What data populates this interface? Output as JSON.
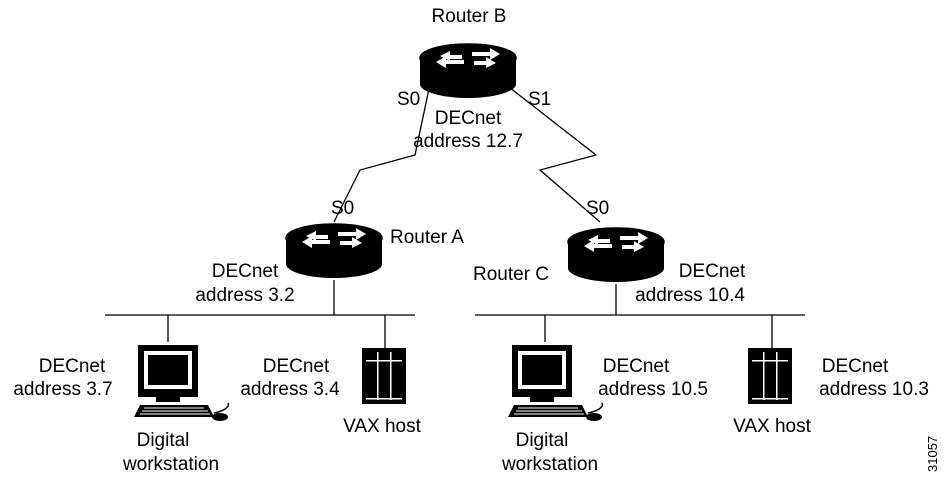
{
  "routers": {
    "b": {
      "name": "Router B",
      "port_left": "S0",
      "port_right": "S1",
      "addr_line1": "DECnet",
      "addr_line2": "address 12.7"
    },
    "a": {
      "name": "Router A",
      "port": "S0",
      "addr_line1": "DECnet",
      "addr_line2": "address 3.2"
    },
    "c": {
      "name": "Router C",
      "port": "S0",
      "addr_line1": "DECnet",
      "addr_line2": "address 10.4"
    }
  },
  "hosts": {
    "ws_left": {
      "addr_line1": "DECnet",
      "addr_line2": "address 3.7",
      "label_line1": "Digital",
      "label_line2": "workstation"
    },
    "vax_left": {
      "addr_line1": "DECnet",
      "addr_line2": "address 3.4",
      "label": "VAX host"
    },
    "ws_right": {
      "addr_line1": "DECnet",
      "addr_line2": "address 10.5",
      "label_line1": "Digital",
      "label_line2": "workstation"
    },
    "vax_right": {
      "addr_line1": "DECnet",
      "addr_line2": "address 10.3",
      "label": "VAX host"
    }
  },
  "figure_id": "31057"
}
